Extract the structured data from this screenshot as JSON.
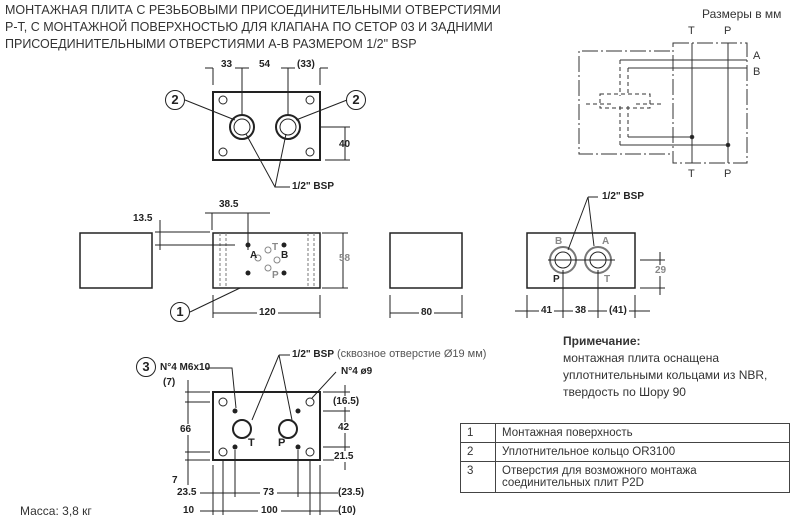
{
  "title": [
    "МОНТАЖНАЯ ПЛИТА С РЕЗЬБОВЫМИ ПРИСОЕДИНИТЕЛЬНЫМИ ОТВЕРСТИЯМИ",
    "Р-Т, С МОНТАЖНОЙ ПОВЕРХНОСТЬЮ ДЛЯ КЛАПАНА ПО CETOP 03 И ЗАДНИМИ",
    "ПРИСОЕДИНИТЕЛЬНЫМИ ОТВЕРСТИЯМИ А-В РАЗМЕРОМ 1/2\" BSP"
  ],
  "units": "Размеры в мм",
  "schematic": {
    "t_top": "T",
    "p_top": "P",
    "a": "A",
    "b": "B",
    "t_bottom": "T",
    "p_bottom": "P"
  },
  "top_view": {
    "d1": "33",
    "d2": "54",
    "d3": "(33)",
    "d_height": "40",
    "thread": "1/2\" BSP",
    "balloon": "2"
  },
  "middle_view": {
    "d_385": "38.5",
    "d_135": "13.5",
    "d_58": "58",
    "d_120": "120",
    "ports": {
      "a": "A",
      "b": "B",
      "t": "T",
      "p": "P"
    },
    "balloon": "1",
    "d_80": "80"
  },
  "side_view": {
    "thread": "1/2\" BSP",
    "b": "B",
    "a": "A",
    "p": "P",
    "t": "T",
    "d_29": "29",
    "d_41": "41",
    "d_38": "38",
    "d_41b": "(41)"
  },
  "note": {
    "heading": "Примечание:",
    "lines": [
      "монтажная плита  оснащена",
      "уплотнительными кольцами из NBR,",
      "твердость по Шору 90"
    ]
  },
  "bottom_view": {
    "balloon": "3",
    "m6": "N°4 M6x10",
    "d7a": "(7)",
    "thread": "1/2\" BSP",
    "thread_note": "(сквозное отверстие Ø19 мм)",
    "d9": "N°4 ø9",
    "d165": "(16.5)",
    "d42": "42",
    "d215": "21.5",
    "d66": "66",
    "d7": "7",
    "d235": "23.5",
    "d73": "73",
    "d235b": "(23.5)",
    "d10": "10",
    "d100": "100",
    "d10b": "(10)",
    "t": "T",
    "p": "P"
  },
  "mass": "Масса: 3,8 кг",
  "legend": [
    {
      "n": "1",
      "text": "Монтажная поверхность"
    },
    {
      "n": "2",
      "text": "Уплотнительное кольцо OR3100"
    },
    {
      "n": "3",
      "text": "Отверстия для возможного монтажа соединительных плит P2D"
    }
  ]
}
